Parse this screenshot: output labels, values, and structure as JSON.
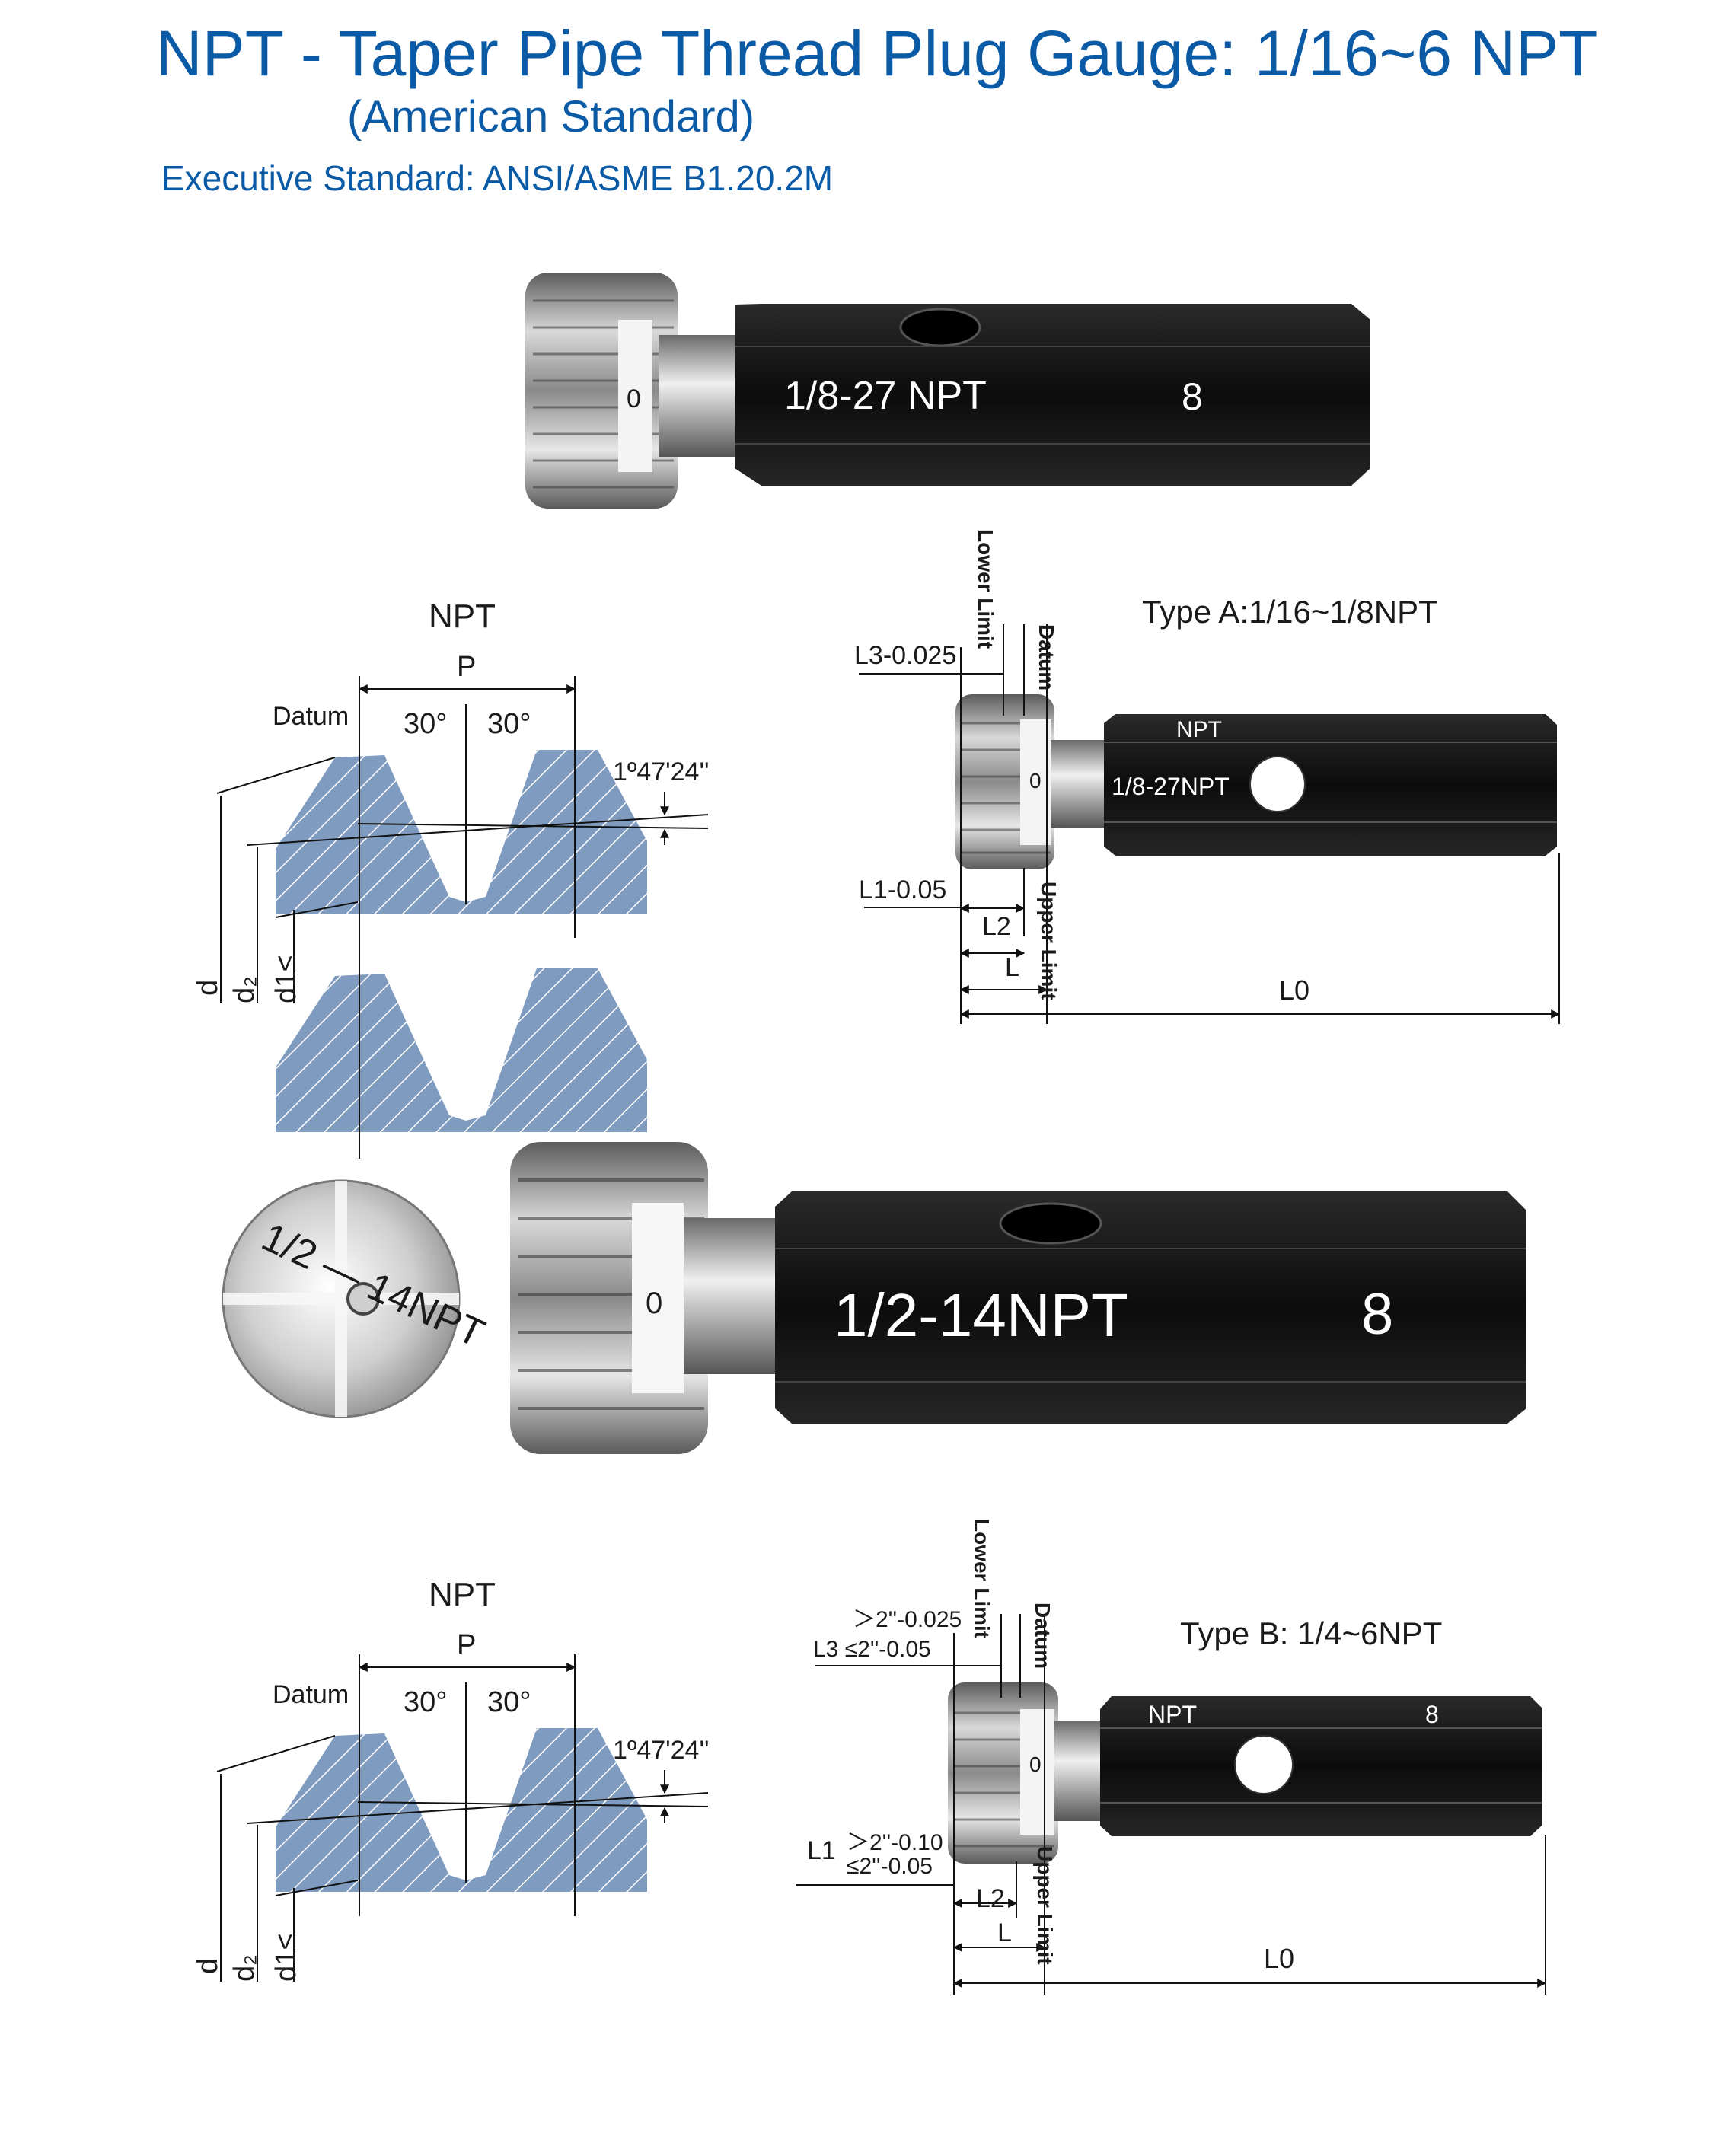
{
  "header": {
    "title": "NPT - Taper Pipe Thread Plug Gauge: 1/16~6 NPT",
    "subtitle": "(American Standard)",
    "standard": "Executive Standard: ANSI/ASME B1.20.2M"
  },
  "gauge1": {
    "face_mark": "0",
    "thread": "1/8-27 NPT",
    "mark": "8"
  },
  "gauge2": {
    "disc_text": "1/2 — 14NPT",
    "face_mark": "0",
    "thread": "1/2-14NPT",
    "mark": "8"
  },
  "profile1": {
    "title": "NPT",
    "pitch": "P",
    "datum": "Datum",
    "angle_left": "30°",
    "angle_right": "30°",
    "taper": "1º47'24''",
    "d": "d",
    "d2": "d₂",
    "d1": "d1≤"
  },
  "profile2": {
    "title": "NPT",
    "pitch": "P",
    "datum": "Datum",
    "angle_left": "30°",
    "angle_right": "30°",
    "taper": "1º47'24''",
    "d": "d",
    "d2": "d₂",
    "d1": "d1≤"
  },
  "typeA": {
    "title": "Type A:1/16~1/8NPT",
    "lower_limit": "Lower Limit",
    "datum": "Datum",
    "upper_limit": "Upper Limit",
    "l3": "L3-0.025",
    "l1": "L1-0.05",
    "l2": "L2",
    "l": "L",
    "l0": "L0",
    "handle_top": "NPT",
    "handle_thread": "1/8-27NPT",
    "face_mark": "0"
  },
  "typeB": {
    "title": "Type B: 1/4~6NPT",
    "lower_limit": "Lower Limit",
    "datum": "Datum",
    "upper_limit": "Upper Limit",
    "l3_gt": "＞2''-0.025",
    "l3_le": "L3 ≤2''-0.05",
    "l1_label": "L1",
    "l1_gt": "＞2''-0.10",
    "l1_le": "≤2''-0.05",
    "l2": "L2",
    "l": "L",
    "l0": "L0",
    "handle_top": "NPT",
    "handle_mark": "8",
    "face_mark": "0"
  },
  "colors": {
    "title": "#0a5aa6",
    "profile_fill": "#7f9bbf",
    "handle": "#141414"
  }
}
